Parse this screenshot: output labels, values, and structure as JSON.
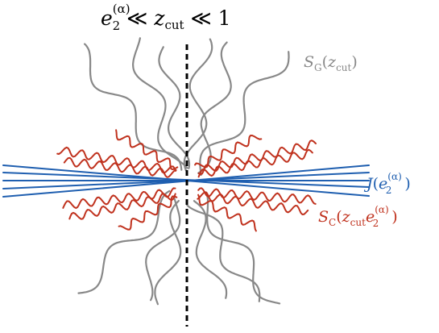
{
  "title": {
    "e": "e",
    "sup": "(α)",
    "sub": "2",
    "rel1": " ≪ ",
    "z": "z",
    "zsub": "cut",
    "rel2": " ≪ 1"
  },
  "labels": {
    "soft_global": {
      "S": "S",
      "sub": "G",
      "open": "(",
      "z": "z",
      "zsub": "cut",
      "close": ")"
    },
    "jet": {
      "J": "J",
      "open": "(",
      "e": "e",
      "sup": "(α)",
      "sub": "2",
      "close": ")"
    },
    "soft_collinear": {
      "S": "S",
      "sub": "C",
      "open": "(",
      "z": "z",
      "zsub": "cut",
      "e": "e",
      "sup": "(α)",
      "sub2": "2",
      "close": ")"
    }
  },
  "colors": {
    "soft_global": "#888888",
    "jet": "#1f5fb0",
    "soft_collinear": "#c0321e",
    "axis": "#000000"
  }
}
